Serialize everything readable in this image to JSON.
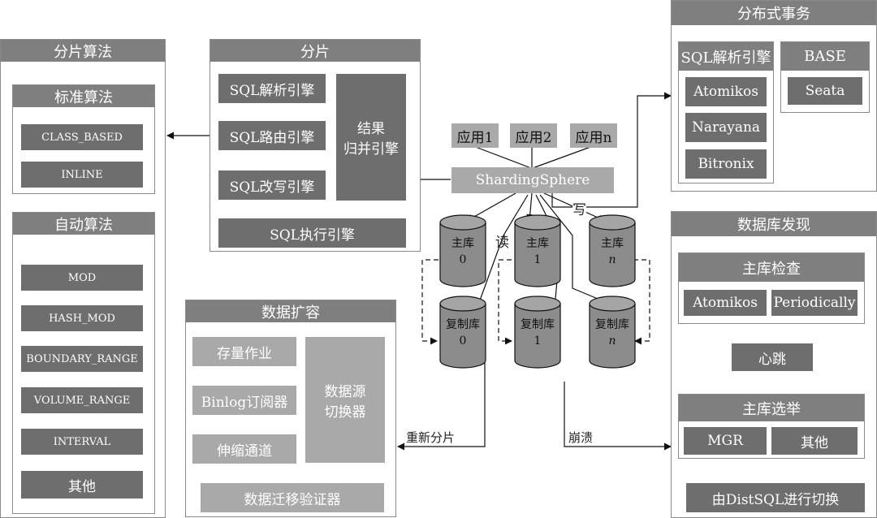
{
  "sharding_algo": {
    "title": "分片算法",
    "standard": {
      "title": "标准算法",
      "items": [
        "CLASS_BASED",
        "INLINE"
      ]
    },
    "auto": {
      "title": "自动算法",
      "items": [
        "MOD",
        "HASH_MOD",
        "BOUNDARY_RANGE",
        "VOLUME_RANGE",
        "INTERVAL",
        "其他"
      ]
    }
  },
  "sharding": {
    "title": "分片",
    "engines": [
      "SQL解析引擎",
      "SQL路由引擎",
      "SQL改写引擎"
    ],
    "result_merge": [
      "结果",
      "归并引擎"
    ],
    "exec": "SQL执行引擎"
  },
  "apps": [
    "应用1",
    "应用2",
    "应用n"
  ],
  "core": "ShardingSphere",
  "labels": {
    "read": "读",
    "write": "写",
    "reshard": "重新分片",
    "crash": "崩溃"
  },
  "databases": {
    "primary": [
      [
        "主库",
        "0"
      ],
      [
        "主库",
        "1"
      ],
      [
        "主库",
        "n"
      ]
    ],
    "replica": [
      [
        "复制库",
        "0"
      ],
      [
        "复制库",
        "1"
      ],
      [
        "复制库",
        "n"
      ]
    ]
  },
  "scaling": {
    "title": "数据扩容",
    "steps": [
      "存量作业",
      "Binlog订阅器",
      "伸缩通道"
    ],
    "switcher": [
      "数据源",
      "切换器"
    ],
    "verifier": "数据迁移验证器"
  },
  "dist_tx": {
    "title": "分布式事务",
    "xa": {
      "title": "SQL解析引擎",
      "items": [
        "Atomikos",
        "Narayana",
        "Bitronix"
      ]
    },
    "base": {
      "title": "BASE",
      "items": [
        "Seata"
      ]
    }
  },
  "db_discovery": {
    "title": "数据库发现",
    "check": {
      "title": "主库检查",
      "items": [
        "Atomikos",
        "Periodically"
      ]
    },
    "heartbeat": "心跳",
    "elect": {
      "title": "主库选举",
      "items": [
        "MGR",
        "其他"
      ]
    },
    "switch": "由DistSQL进行切换"
  }
}
